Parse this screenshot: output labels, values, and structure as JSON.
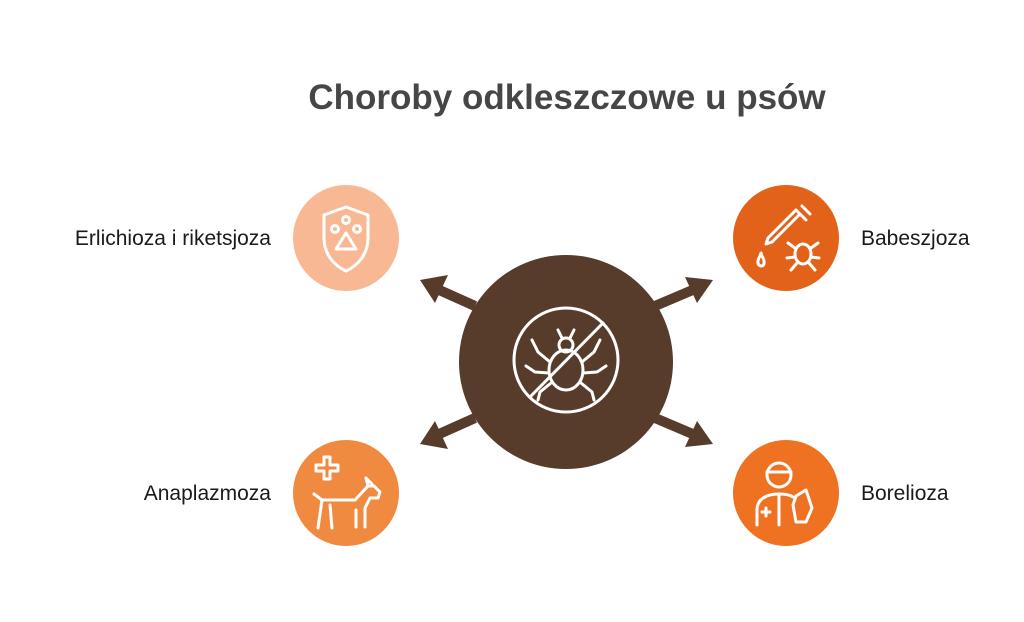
{
  "title": "Choroby odkleszczowe u psów",
  "center": {
    "icon": "no-tick-icon",
    "color": "#573c2c"
  },
  "nodes": [
    {
      "id": "erlichioza",
      "label": "Erlichioza i riketsjoza",
      "icon": "shield-paw-icon",
      "color": "#f9b894"
    },
    {
      "id": "babeszjoza",
      "label": "Babeszjoza",
      "icon": "dropper-tick-icon",
      "color": "#e2621a"
    },
    {
      "id": "anaplazmoza",
      "label": "Anaplazmoza",
      "icon": "dog-medical-icon",
      "color": "#f18a41"
    },
    {
      "id": "borelioza",
      "label": "Borelioza",
      "icon": "veterinarian-icon",
      "color": "#ee7222"
    }
  ]
}
